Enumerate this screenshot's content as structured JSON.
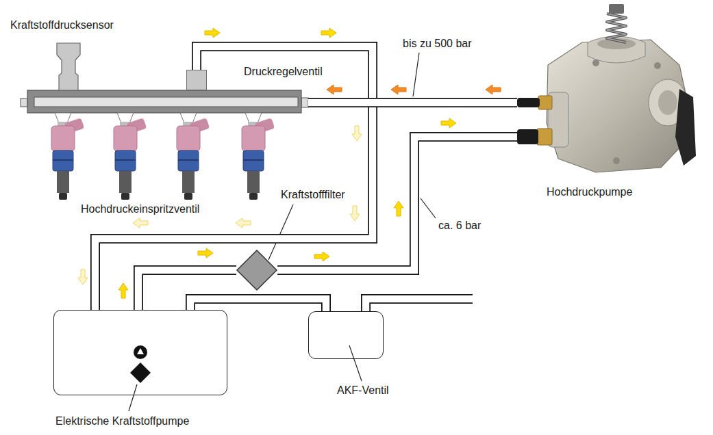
{
  "diagram": {
    "nodes": [
      {
        "text": [
          "Hochdruckeinspritzventil"
        ]
      },
      {
        "text": [
          "Druckregelventil"
        ]
      },
      {
        "text": [
          "Hochdruckpumpe"
        ]
      },
      {
        "text": [
          "Kraftstofffilter"
        ]
      },
      {
        "text": [
          "Elektrische Kraftstoffpumpe"
        ]
      },
      {
        "text": [
          "AKF-Ventil"
        ]
      }
    ],
    "edges": [
      {
        "from": 1,
        "to": 4,
        "arrow": "to"
      },
      {
        "from": 4,
        "to": 3,
        "arrow": "to"
      },
      {
        "from": 3,
        "to": 2,
        "arrow": "to",
        "label": "ca. 6 bar"
      },
      {
        "from": 2,
        "to": 0,
        "arrow": "to",
        "label": "bis zu 500 bar"
      },
      {
        "from": 4,
        "to": 5,
        "arrow": "none"
      }
    ],
    "labels": [
      "Kraftstoffdrucksensor"
    ]
  }
}
